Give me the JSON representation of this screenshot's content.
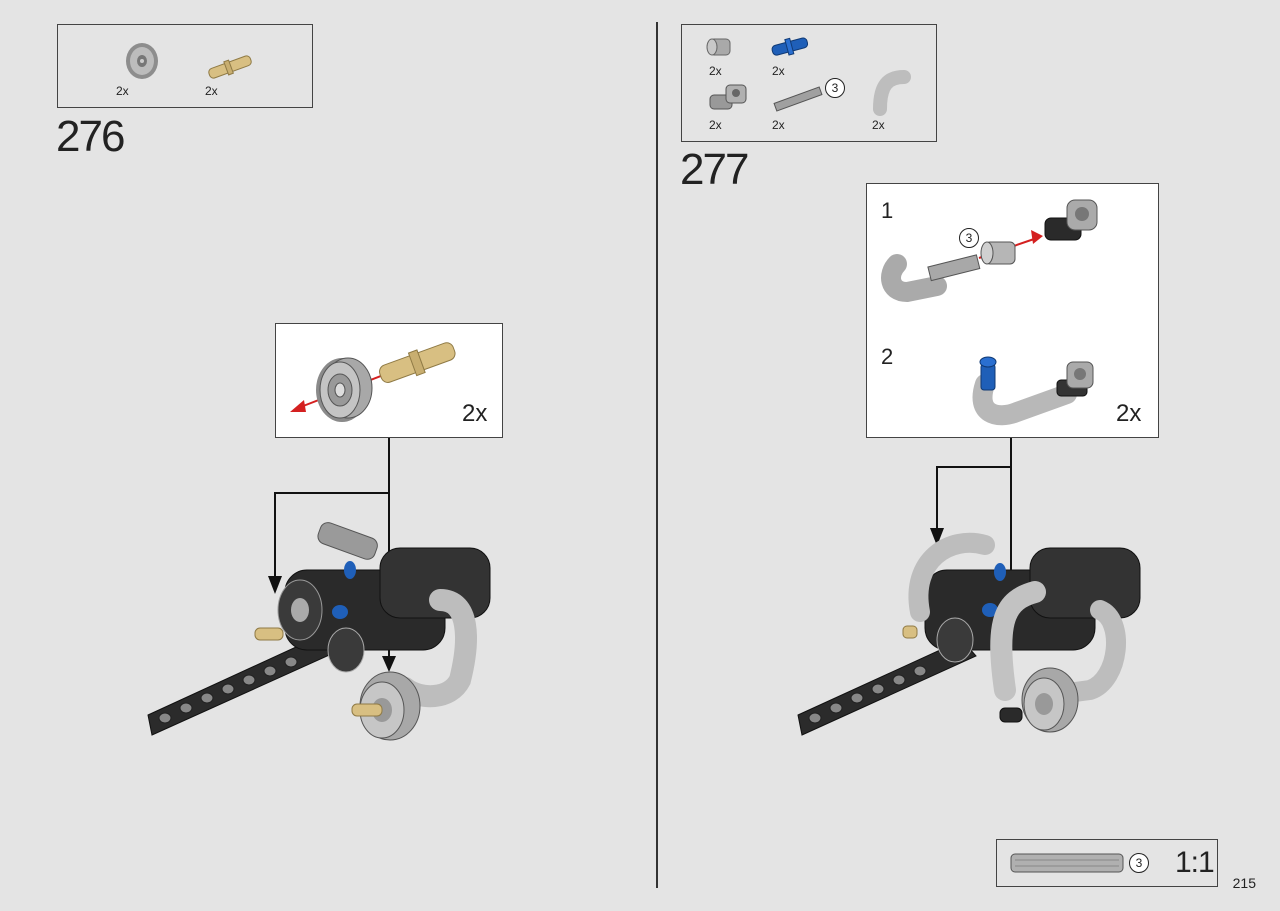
{
  "step_276": {
    "number": "276",
    "parts": [
      {
        "name": "wheel-hub",
        "qty": "2x"
      },
      {
        "name": "tan-pin",
        "qty": "2x"
      }
    ],
    "callout": {
      "multiplier": "2x"
    }
  },
  "step_277": {
    "number": "277",
    "parts": [
      {
        "name": "gray-bush",
        "qty": "2x"
      },
      {
        "name": "blue-pin",
        "qty": "2x"
      },
      {
        "name": "angle-connector",
        "qty": "2x"
      },
      {
        "name": "axle-3",
        "qty": "2x",
        "length": "3"
      },
      {
        "name": "curved-pipe",
        "qty": "2x"
      }
    ],
    "callout": {
      "substep_1": "1",
      "substep_2": "2",
      "axle_length": "3",
      "multiplier": "2x"
    }
  },
  "scale_box": {
    "axle_length": "3",
    "scale": "1:1"
  },
  "page_number": "215",
  "colors": {
    "background": "#e4e4e4",
    "arrow_red": "#d42020",
    "part_blue": "#1f5fb8",
    "part_tan": "#d8bf82",
    "part_black": "#2a2a2a",
    "part_gray": "#b5b5b5"
  }
}
